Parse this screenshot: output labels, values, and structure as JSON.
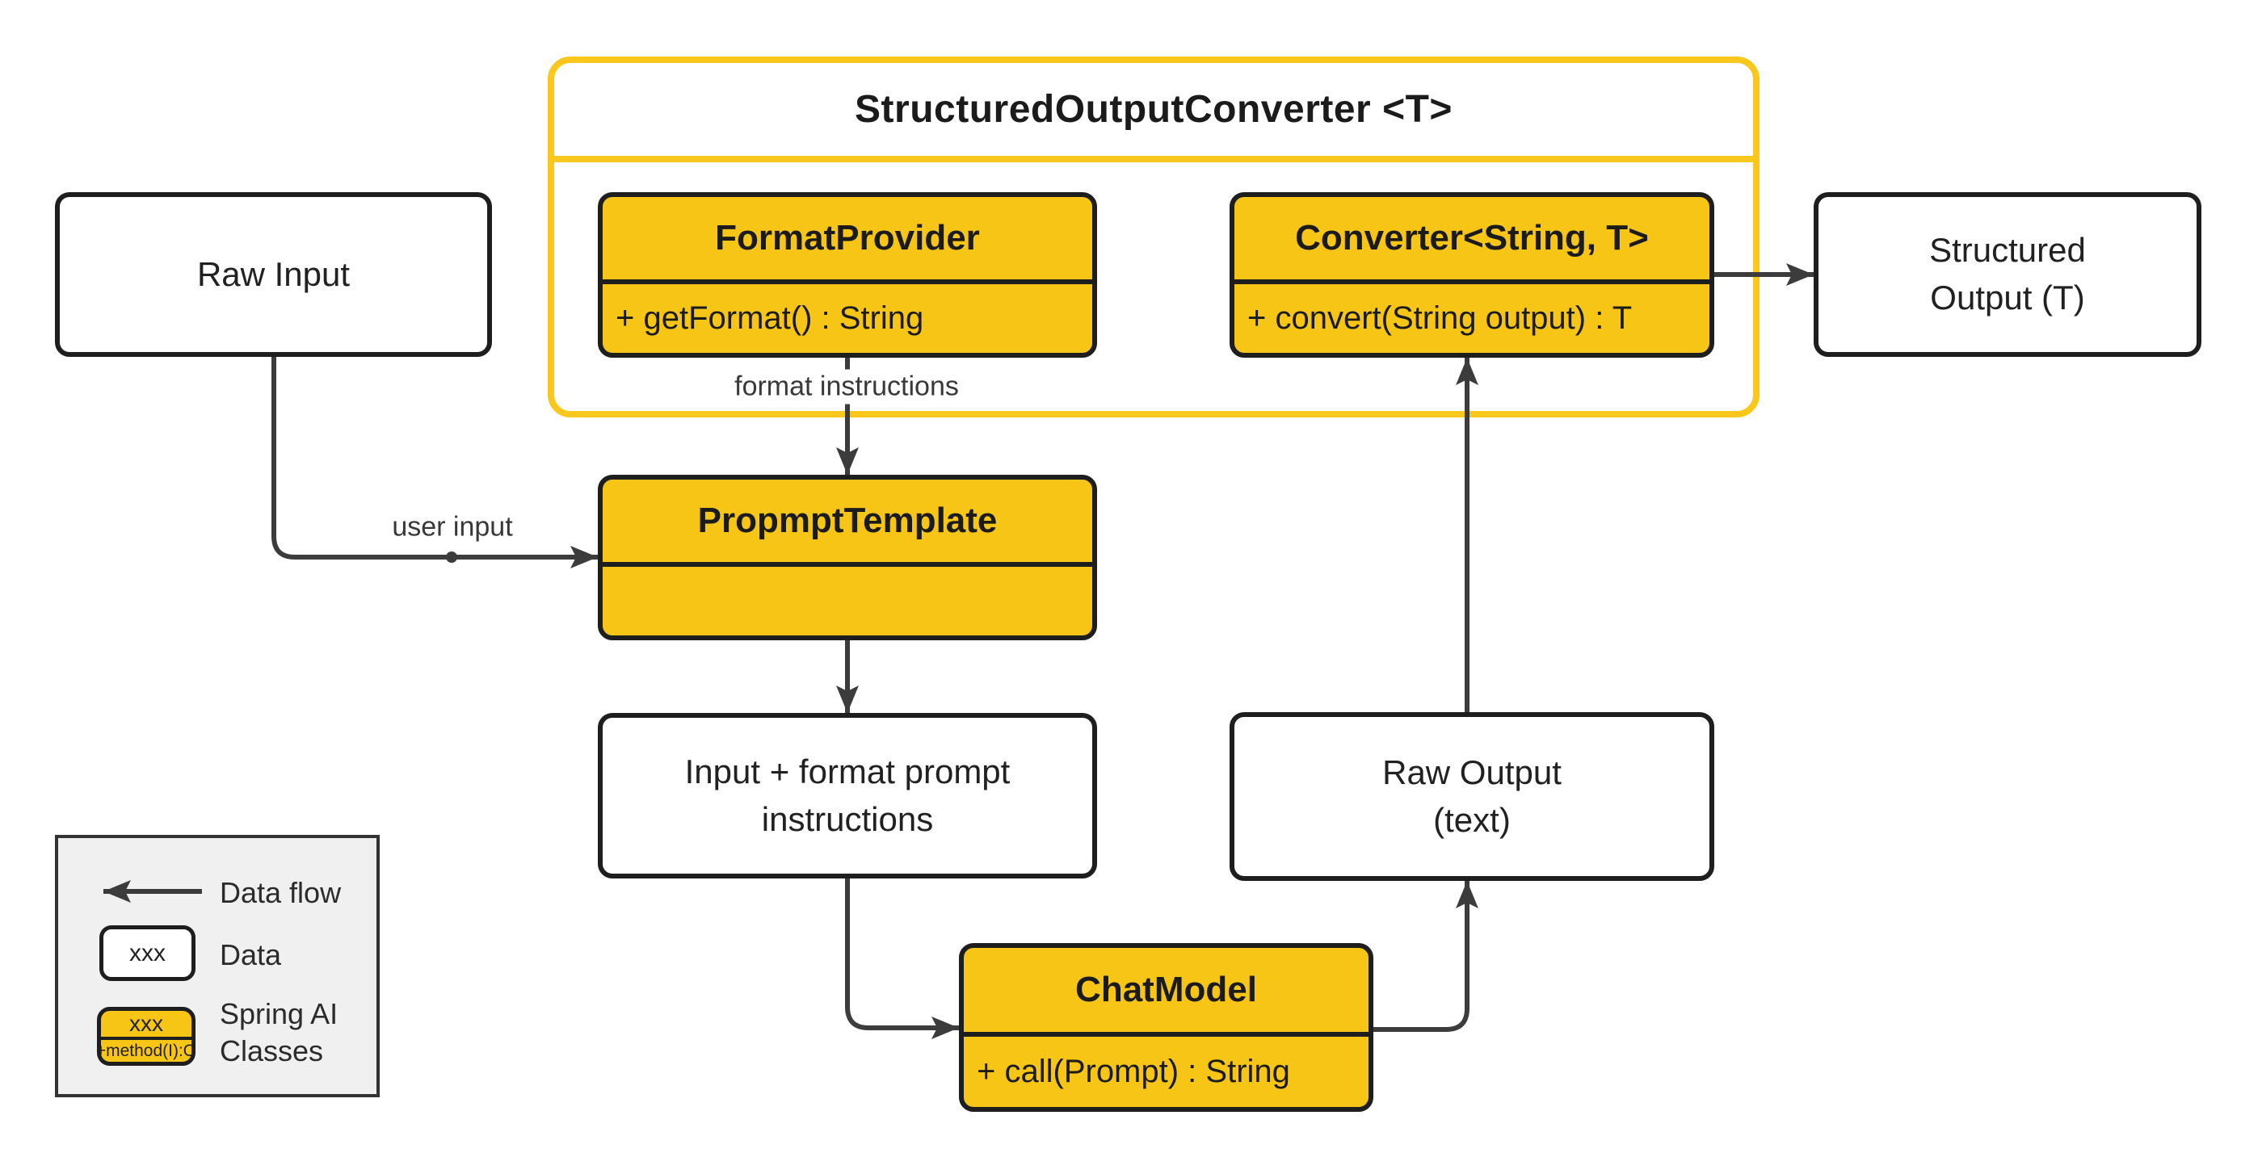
{
  "diagram": {
    "interface": {
      "title": "StructuredOutputConverter <T>"
    },
    "nodes": {
      "raw_input": {
        "label": "Raw Input"
      },
      "format_provider": {
        "title": "FormatProvider",
        "method": "+ getFormat() : String"
      },
      "converter": {
        "title": "Converter<String, T>",
        "method": "+ convert(String output) : T"
      },
      "structured_output": {
        "label": "Structured\nOutput (T)"
      },
      "prompt_template": {
        "title": "PropmptTemplate"
      },
      "input_format_prompt": {
        "label": "Input + format prompt\ninstructions"
      },
      "raw_output": {
        "label": "Raw Output\n(text)"
      },
      "chat_model": {
        "title": "ChatModel",
        "method": "+ call(Prompt) : String"
      }
    },
    "edge_labels": {
      "format_instructions": "format instructions",
      "user_input": "user input"
    }
  },
  "legend": {
    "data_flow_label": "Data flow",
    "data_box_text": "xxx",
    "data_label": "Data",
    "class_box_text": "xxx",
    "class_box_method": "+method(I):O",
    "class_label": "Spring AI\nClasses"
  },
  "colors": {
    "spring_class_fill": "#F6C515",
    "interface_border": "#FAC81C",
    "node_border": "#1E1E1E",
    "flow_line": "#3C3C3C",
    "legend_background": "#F0F0F0"
  }
}
